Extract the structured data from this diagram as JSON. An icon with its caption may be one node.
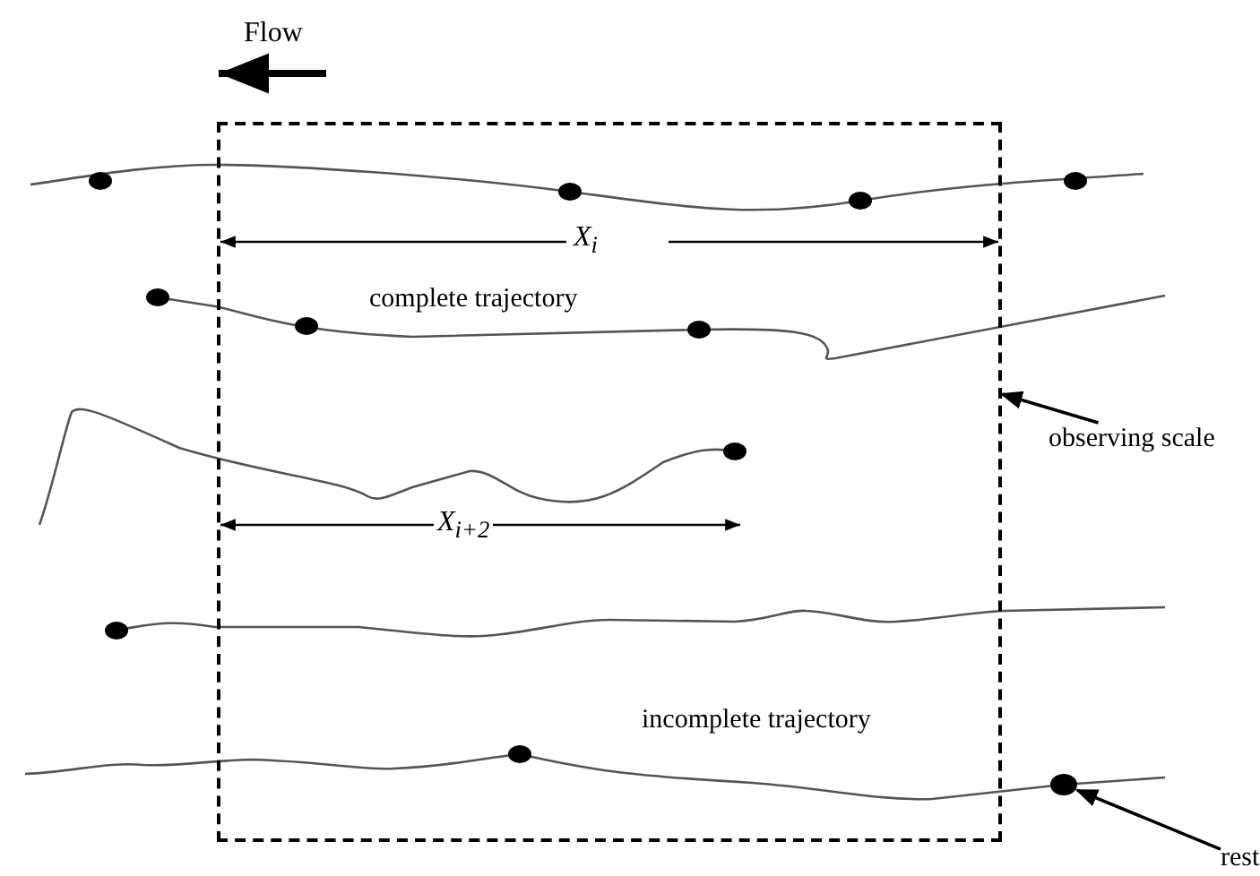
{
  "diagram": {
    "nodes": [
      {
        "text": [],
        "shape": "box"
      },
      {
        "text": [
          "observing scale"
        ]
      },
      {
        "text": [
          "rest"
        ]
      },
      {
        "text": [],
        "shape": "circle"
      }
    ],
    "edges": [
      {
        "from": 1,
        "to": 0,
        "arrow": "to"
      },
      {
        "from": 2,
        "to": 3,
        "arrow": "to"
      }
    ],
    "labels": [
      "Flow",
      "X$_{i}$",
      "complete trajectory",
      "X$_{i+2}$",
      "incomplete trajectory"
    ]
  }
}
